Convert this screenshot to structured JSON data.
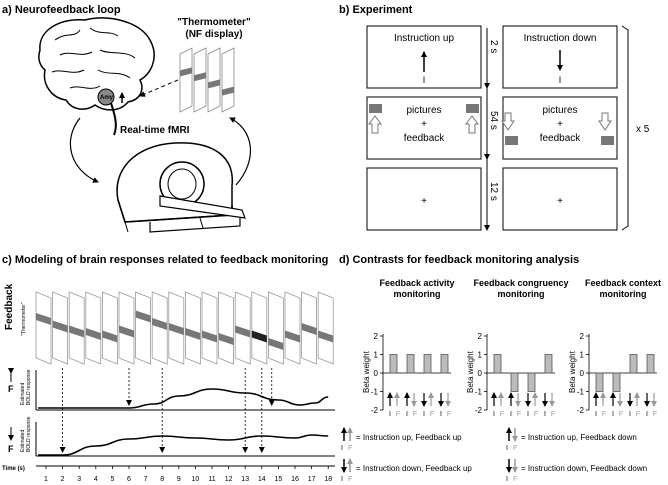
{
  "panel_a": {
    "title": "a) Neurofeedback loop",
    "thermometer_label_line1": "\"Thermometer\"",
    "thermometer_label_line2": "(NF display)",
    "amy_label": "Amy",
    "fmri_label": "Real-time fMRI"
  },
  "panel_b": {
    "title": "b) Experiment",
    "instr_up": "Instruction up",
    "instr_down": "Instruction down",
    "pictures_line1": "pictures",
    "pictures_line2": "+",
    "pictures_line3": "feedback",
    "fixation": "+",
    "time_2s": "2 s",
    "time_54s": "54 s",
    "time_12s": "12 s",
    "repeat": "x 5",
    "i_glyph": "I"
  },
  "panel_c": {
    "title": "c) Modeling of brain responses related to feedback monitoring",
    "feedback_label": "Feedback",
    "thermometer_label": "\"Thermometer\"",
    "bold_label_line1": "Estimated",
    "bold_label_line2": "BOLD response",
    "f_label": "F",
    "time_label": "Time (s)",
    "time_ticks": [
      "1",
      "2",
      "3",
      "4",
      "5",
      "6",
      "7",
      "8",
      "9",
      "10",
      "11",
      "12",
      "13",
      "14",
      "15",
      "16",
      "17",
      "18"
    ],
    "bar_levels": [
      0.3,
      0.45,
      0.55,
      0.6,
      0.65,
      0.55,
      0.25,
      0.4,
      0.5,
      0.6,
      0.65,
      0.7,
      0.55,
      0.65,
      0.8,
      0.65,
      0.5,
      0.65
    ],
    "highlighted_panel": 14,
    "up_event_times": [
      6,
      14.6
    ],
    "down_event_times": [
      2,
      8,
      13,
      14
    ]
  },
  "panel_d": {
    "title": "d) Contrasts for feedback monitoring analysis",
    "y_label": "Beta weight",
    "i_glyph": "I",
    "f_glyph": "F",
    "legend": {
      "up_up": "= Instruction up, Feedback up",
      "up_down": "= Instruction up, Feedback down",
      "down_up": "= Instruction down, Feedback up",
      "down_down": "= Instruction down, Feedback down"
    }
  },
  "chart_data": [
    {
      "type": "bar",
      "title": "Feedback activity monitoring",
      "ylabel": "Beta weight",
      "ylim": [
        -2,
        2
      ],
      "yticks": [
        "-2",
        "-1",
        "0",
        "1",
        "2"
      ],
      "categories": [
        "Instruction up, Feedback up",
        "Instruction up, Feedback down",
        "Instruction down, Feedback up",
        "Instruction down, Feedback down"
      ],
      "values": [
        1,
        1,
        1,
        1
      ]
    },
    {
      "type": "bar",
      "title": "Feedback congruency monitoring",
      "ylabel": "Beta weight",
      "ylim": [
        -2,
        2
      ],
      "yticks": [
        "-2",
        "-1",
        "0",
        "1",
        "2"
      ],
      "categories": [
        "Instruction up, Feedback up",
        "Instruction up, Feedback down",
        "Instruction down, Feedback up",
        "Instruction down, Feedback down"
      ],
      "values": [
        1,
        -1,
        -1,
        1
      ]
    },
    {
      "type": "bar",
      "title": "Feedback context monitoring",
      "ylabel": "Beta weight",
      "ylim": [
        -2,
        2
      ],
      "yticks": [
        "-2",
        "-1",
        "0",
        "1",
        "2"
      ],
      "categories": [
        "Instruction up, Feedback up",
        "Instruction up, Feedback down",
        "Instruction down, Feedback up",
        "Instruction down, Feedback down"
      ],
      "values": [
        -1,
        -1,
        1,
        1
      ]
    }
  ]
}
